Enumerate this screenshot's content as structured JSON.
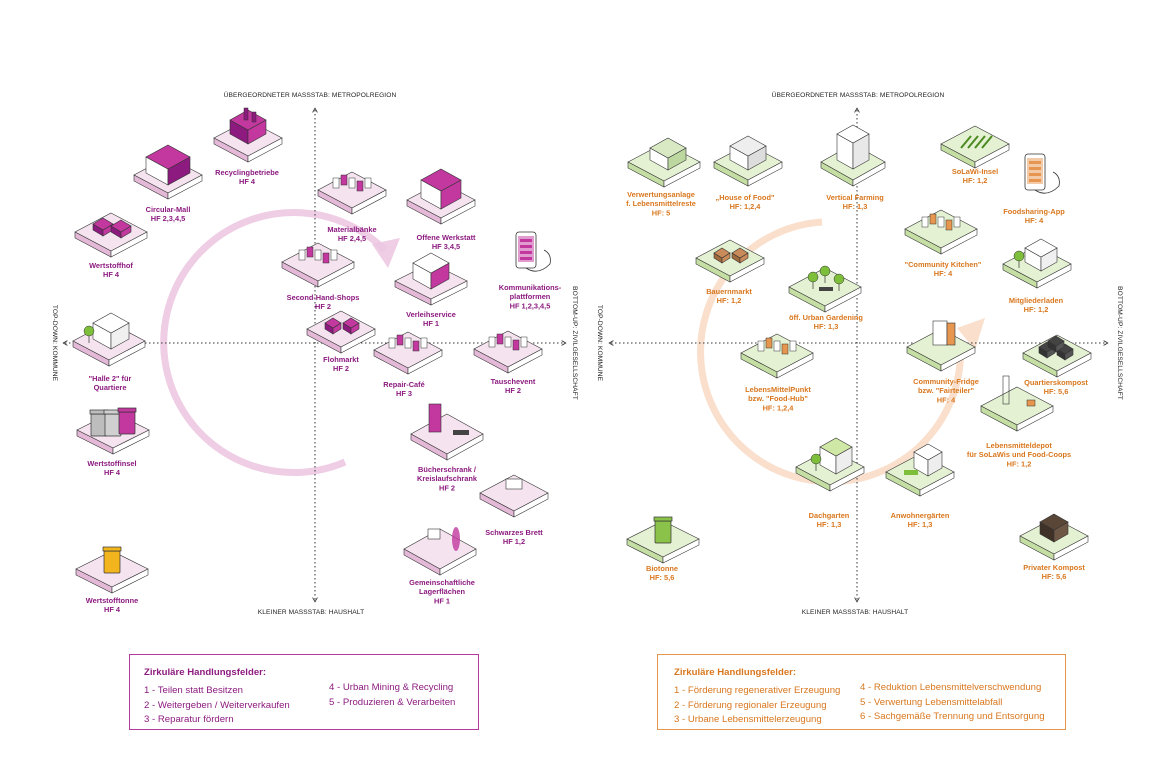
{
  "colors": {
    "purple": "#8c1a7f",
    "magenta": "#c2389f",
    "pink_light": "#e9bfdc",
    "orange": "#d9771e",
    "orange_light": "#f6d7bd",
    "green_light": "#cfe8a6",
    "green": "#7dbf3a",
    "yellow": "#f2b51e",
    "gray": "#bdbdbd"
  },
  "left": {
    "axis": {
      "top": "ÜBERGEORDNETER MASSSTAB: METROPOLREGION",
      "bottom": "KLEINER MASSSTAB: HAUSHALT",
      "left": "TOP-DOWN: KOMMUNE",
      "right": "BOTTOM-UP: ZIVILGESELLSCHAFT"
    },
    "items": [
      {
        "id": "recycling",
        "label": [
          "Recyclingbetriebe",
          "HF 4"
        ],
        "icon": "factory-icon"
      },
      {
        "id": "circular",
        "label": [
          "Circular-Mall",
          "HF 2,3,4,5"
        ],
        "icon": "mall-icon"
      },
      {
        "id": "wertstoffhof",
        "label": [
          "Wertstoffhof",
          "HF 4"
        ],
        "icon": "recycling-yard-icon"
      },
      {
        "id": "materialbank",
        "label": [
          "Materialbänke",
          "HF 2,4,5"
        ],
        "icon": "shelves-icon"
      },
      {
        "id": "werkstatt",
        "label": [
          "Offene Werkstatt",
          "HF 3,4,5"
        ],
        "icon": "workshop-icon"
      },
      {
        "id": "secondhand",
        "label": [
          "Second-Hand-Shops",
          "HF 2"
        ],
        "icon": "shop-icon"
      },
      {
        "id": "verleih",
        "label": [
          "Verleihservice",
          "HF 1"
        ],
        "icon": "rental-icon"
      },
      {
        "id": "kommunikation",
        "label": [
          "Kommunikations-",
          "plattformen",
          "HF 1,2,3,4,5"
        ],
        "icon": "smartphone-icon"
      },
      {
        "id": "halle",
        "label": [
          "\"Halle 2\" für",
          "Quartiere"
        ],
        "icon": "hall-icon"
      },
      {
        "id": "flohmarkt",
        "label": [
          "Flohmarkt",
          "HF 2"
        ],
        "icon": "flea-market-icon"
      },
      {
        "id": "repair",
        "label": [
          "Repair-Café",
          "HF 3"
        ],
        "icon": "repair-cafe-icon"
      },
      {
        "id": "tausch",
        "label": [
          "Tauschevent",
          "HF 2"
        ],
        "icon": "swap-event-icon"
      },
      {
        "id": "insel",
        "label": [
          "Wertstoffinsel",
          "HF 4"
        ],
        "icon": "recycling-bins-icon"
      },
      {
        "id": "buecher",
        "label": [
          "Bücherschrank /",
          "Kreislaufschrank",
          "HF 2"
        ],
        "icon": "bookcase-icon"
      },
      {
        "id": "brett",
        "label": [
          "Schwarzes Brett",
          "HF 1,2"
        ],
        "icon": "notice-board-icon"
      },
      {
        "id": "lager",
        "label": [
          "Gemeinschaftliche",
          "Lagerflächen",
          "HF 1"
        ],
        "icon": "storage-room-icon"
      },
      {
        "id": "tonne",
        "label": [
          "Wertstofftonne",
          "HF 4"
        ],
        "icon": "yellow-bin-icon"
      }
    ],
    "legend": {
      "title": "Zirkuläre Handlungsfelder:",
      "col1": [
        "1 -  Teilen statt Besitzen",
        "2 - Weitergeben / Weiterverkaufen",
        "3 - Reparatur fördern"
      ],
      "col2": [
        "4 - Urban Mining & Recycling",
        "5 - Produzieren & Verarbeiten"
      ]
    }
  },
  "right": {
    "axis": {
      "top": "ÜBERGEORDNETER MASSSTAB: METROPOLREGION",
      "bottom": "KLEINER MASSSTAB: HAUSHALT",
      "left": "TOP-DOWN: KOMMUNE",
      "right": "BOTTOM-UP: ZIVILGESELLSCHAFT"
    },
    "items": [
      {
        "id": "verwertung",
        "label": [
          "Verwertungsanlage",
          "f. Lebensmittelreste",
          "HF: 5"
        ],
        "icon": "processing-plant-icon"
      },
      {
        "id": "houseoffood",
        "label": [
          "„House of Food\"",
          "HF: 1,2,4"
        ],
        "icon": "greenhouse-hall-icon"
      },
      {
        "id": "vertical",
        "label": [
          "Vertical Farming",
          "HF: 1,3"
        ],
        "icon": "vertical-farm-icon"
      },
      {
        "id": "solawi",
        "label": [
          "SoLaWi-Insel",
          "HF: 1,2"
        ],
        "icon": "field-icon"
      },
      {
        "id": "foodsharing",
        "label": [
          "Foodsharing-App",
          "HF: 4"
        ],
        "icon": "smartphone-icon"
      },
      {
        "id": "kitchen",
        "label": [
          "\"Community Kitchen\"",
          "HF: 4"
        ],
        "icon": "kitchen-icon"
      },
      {
        "id": "bauernmarkt",
        "label": [
          "Bauernmarkt",
          "HF: 1,2"
        ],
        "icon": "farmers-market-icon"
      },
      {
        "id": "mitglieder",
        "label": [
          "Mitgliederladen",
          "HF: 1,2"
        ],
        "icon": "members-shop-icon"
      },
      {
        "id": "gardening",
        "label": [
          "öff. Urban Gardening",
          "HF: 1,3"
        ],
        "icon": "garden-icon"
      },
      {
        "id": "foodhub",
        "label": [
          "LebensMittelPunkt",
          "bzw. \"Food-Hub\"",
          "HF: 1,2,4"
        ],
        "icon": "food-hub-icon"
      },
      {
        "id": "fridge",
        "label": [
          "Community-Fridge",
          "bzw. \"Fairteiler\"",
          "HF: 4"
        ],
        "icon": "fridge-icon"
      },
      {
        "id": "kompost",
        "label": [
          "Quartierskompost",
          "HF: 5,6"
        ],
        "icon": "compost-bins-icon"
      },
      {
        "id": "depot",
        "label": [
          "Lebensmitteldepot",
          "für SoLaWis und Food-Coops",
          "HF: 1,2"
        ],
        "icon": "depot-icon"
      },
      {
        "id": "dachgarten",
        "label": [
          "Dachgarten",
          "HF: 1,3"
        ],
        "icon": "roof-garden-icon"
      },
      {
        "id": "anwohner",
        "label": [
          "Anwohnergärten",
          "HF: 1,3"
        ],
        "icon": "resident-garden-icon"
      },
      {
        "id": "biotonne",
        "label": [
          "Biotonne",
          "HF: 5,6"
        ],
        "icon": "green-bin-icon"
      },
      {
        "id": "privkompost",
        "label": [
          "Privater Kompost",
          "HF: 5,6"
        ],
        "icon": "compost-box-icon"
      }
    ],
    "legend": {
      "title": "Zirkuläre Handlungsfelder:",
      "col1": [
        "1 -  Förderung regenerativer Erzeugung",
        "2 - Förderung regionaler Erzeugung",
        "3 - Urbane Lebensmittelerzeugung"
      ],
      "col2": [
        "4 - Reduktion Lebensmittelverschwendung",
        "5 - Verwertung Lebensmittelabfall",
        "6 - Sachgemäße Trennung und Entsorgung"
      ]
    }
  }
}
